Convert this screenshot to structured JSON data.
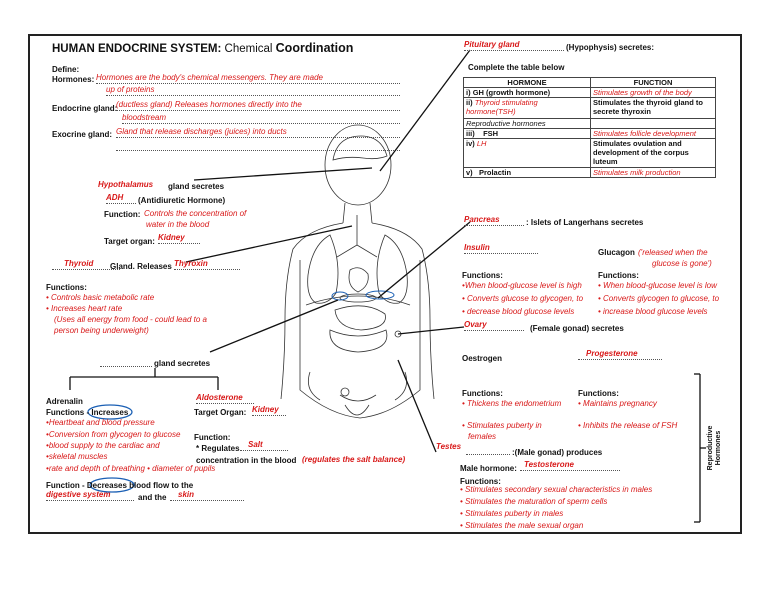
{
  "title": "HUMAN ENDOCRINE SYSTEM:",
  "title_mid": "Chemical",
  "title_end": "Coordination",
  "define": "Define:",
  "hormones_label": "Hormones:",
  "hormones_def1": "Hormones are the body's chemical messengers. They are made",
  "hormones_def2": "up of proteins",
  "endocrine_label": "Endocrine gland:",
  "endocrine_def1": "(ductless gland) Releases hormones directly into the",
  "endocrine_def2": "bloodstream",
  "exocrine_label": "Exocrine gland:",
  "exocrine_def": "Gland that release discharges (juices) into ducts",
  "hypothalamus": {
    "name": "Hypothalamus",
    "secretes": "gland secretes",
    "adh": "ADH",
    "adh_full": "(Antidiuretic Hormone)",
    "function_label": "Function:",
    "function1": "Controls the concentration of",
    "function2": "water in the blood",
    "target_label": "Target organ:",
    "target": "Kidney"
  },
  "thyroid": {
    "name": "Thyroid",
    "releases": "Gland. Releases",
    "hormone": "Thyroxin",
    "functions_label": "Functions:",
    "f1": "Controls basic metabolic rate",
    "f2": "Increases heart rate",
    "f3": "(Uses all energy from food - could lead to a",
    "f4": "person being underweight)"
  },
  "adrenal": {
    "gland_secretes": "gland secretes",
    "adrenalin": "Adrenalin",
    "functions_label": "Functions -",
    "increases": "Increases",
    "i1": "Heartbeat and blood pressure",
    "i2": "Conversion from glycogen to glucose",
    "i3": "blood supply to the cardiac and",
    "i4": "skeletal muscles",
    "i5": "rate and depth of breathing",
    "i6": "diameter of pupils",
    "function_label": "Function -",
    "decreases": "Decreases",
    "blood_flow": "blood flow to the",
    "digestive": "digestive system",
    "and_the": "and the",
    "skin": "skin",
    "aldosterone": "Aldosterone",
    "target_label": "Target Organ:",
    "target": "Kidney",
    "func2_label": "Function:",
    "regulates": "* Regulates",
    "salt": "Salt",
    "conc": "concentration in the blood",
    "salt_balance": "(regulates the salt balance)"
  },
  "pituitary": {
    "name": "Pituitary gland",
    "hypophysis": "(Hypophysis) secretes:",
    "complete": "Complete the table below",
    "col_hormone": "HORMONE",
    "col_function": "FUNCTION",
    "rows": [
      {
        "num": "i)",
        "hormone": "GH (growth hormone)",
        "function": "Stimulates growth of the body",
        "red_h": false,
        "red_f": true
      },
      {
        "num": "ii)",
        "hormone": "Thyroid stimulating hormone(TSH)",
        "function": "Stimulates the thyroid gland to secrete thyroxin",
        "red_h": true,
        "red_f": false
      },
      {
        "num": "",
        "hormone": "Reproductive hormones",
        "function": "",
        "red_h": false,
        "red_f": false
      },
      {
        "num": "iii)",
        "hormone": "FSH",
        "function": "Stimulates follicle development",
        "red_h": false,
        "red_f": true
      },
      {
        "num": "iv)",
        "hormone": "LH",
        "function": "Stimulates ovulation and development of the corpus luteum",
        "red_h": true,
        "red_f": false
      },
      {
        "num": "v)",
        "hormone": "Prolactin",
        "function": "Stimulates milk production",
        "red_h": false,
        "red_f": true
      }
    ]
  },
  "pancreas": {
    "name": "Pancreas",
    "islets": ": Islets of Langerhans secretes",
    "insulin": "Insulin",
    "glucagon": "Glucagon",
    "glucagon_note1": "('released when the",
    "glucagon_note2": "glucose is gone')",
    "functions_label": "Functions:",
    "ins1": "When blood-glucose level is high",
    "ins2": "Converts glucose to glycogen, to",
    "ins3": "decrease blood glucose levels",
    "gl1": "When blood-glucose level is low",
    "gl2": "Converts glycogen to glucose, to",
    "gl3": "increase blood glucose levels"
  },
  "ovary": {
    "name": "Ovary",
    "female": "(Female gonad) secretes",
    "oestrogen": "Oestrogen",
    "progesterone": "Progesterone",
    "functions_label": "Functions:",
    "o1": "Thickens the endometrium",
    "o2": "Stimulates puberty in",
    "o3": "females",
    "p1": "Maintains pregnancy",
    "p2": "Inhibits the release of FSH"
  },
  "testes": {
    "name": "Testes",
    "male_gonad": ":(Male gonad) produces",
    "male_hormone": "Male hormone:",
    "testosterone": "Testosterone",
    "functions_label": "Functions:",
    "t1": "Stimulates secondary sexual characteristics in males",
    "t2": "Stimulates the maturation of sperm cells",
    "t3": "Stimulates puberty in males",
    "t4": "Stimulates the male sexual organ"
  },
  "reproductive_label": "Reproductive Hormones"
}
